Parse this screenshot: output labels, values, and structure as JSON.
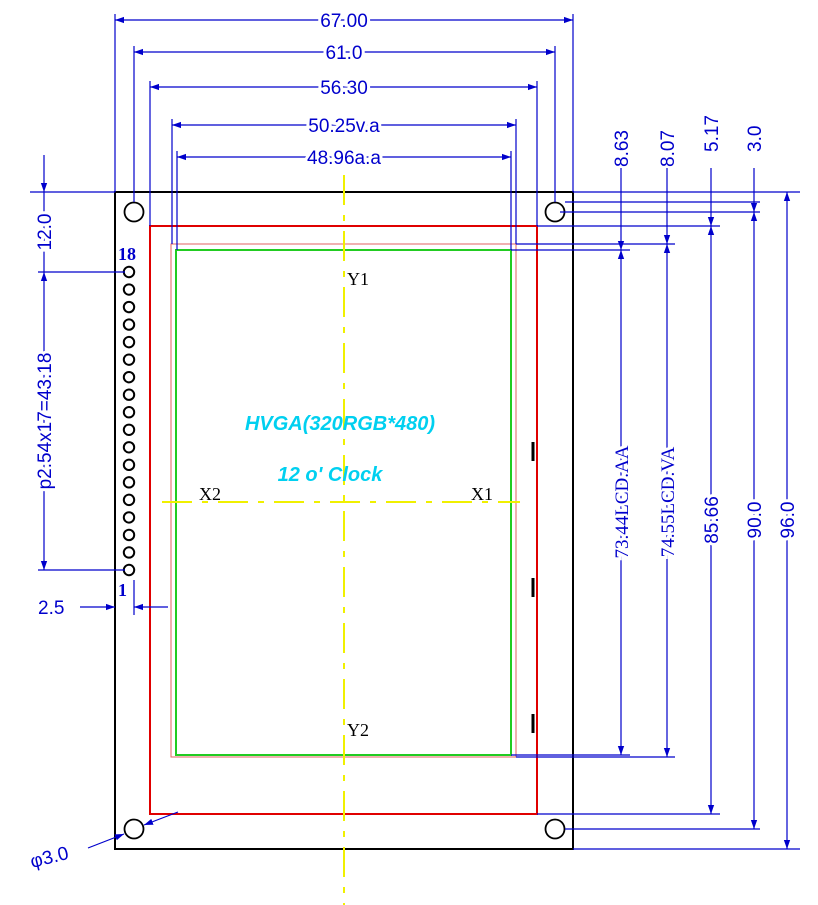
{
  "dimensions": {
    "top": [
      "67.00",
      "61.0",
      "56.30",
      "50.25v.a",
      "48.96a.a"
    ],
    "right_small": [
      "8.63",
      "8.07",
      "5.17",
      "3.0"
    ],
    "right_large": [
      "73.44LCD.AA",
      "74.55LCD.VA",
      "85.66",
      "90.0",
      "96.0"
    ],
    "left_12": "12.0",
    "left_pitch": "p2.54x17=43.18",
    "left_25": "2.5",
    "hole": "φ3.0"
  },
  "pins": {
    "first": "1",
    "last": "18"
  },
  "axes": {
    "y1": "Y1",
    "y2": "Y2",
    "x1": "X1",
    "x2": "X2"
  },
  "screen": {
    "resolution": "HVGA(320RGB*480)",
    "orientation": "12 o' Clock"
  },
  "colors": {
    "dimension": "#0000cc",
    "active_area": "#22cc22",
    "view_area": "#e00000",
    "center_line": "#f0f000",
    "annotation": "#00d0f0",
    "outline": "#000000"
  }
}
